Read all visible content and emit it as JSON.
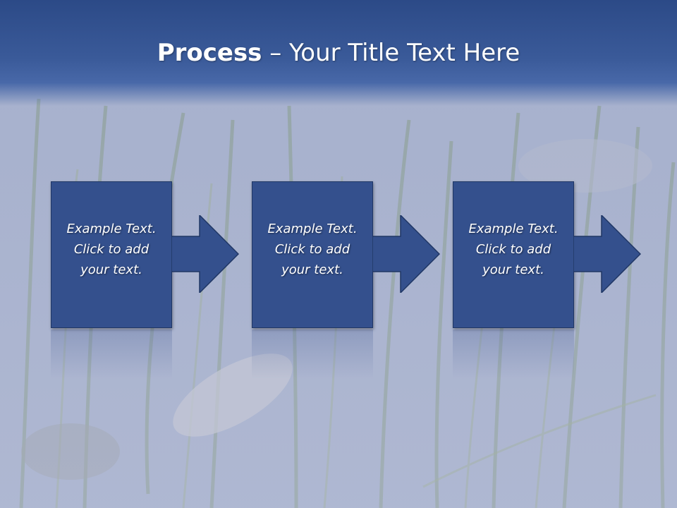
{
  "slide": {
    "title_bold": "Process",
    "title_rest": " – Your Title Text Here"
  },
  "steps": [
    {
      "line1": "Example Text.",
      "line2": "Click  to add",
      "line3": "your text."
    },
    {
      "line1": "Example Text.",
      "line2": "Click  to add",
      "line3": "your text."
    },
    {
      "line1": "Example Text.",
      "line2": "Click  to add",
      "line3": "your text."
    }
  ],
  "colors": {
    "title_bar": "#2c4a87",
    "box_fill": "#34508d",
    "box_border": "#203765",
    "arrow_fill": "#34508d",
    "text": "#ffffff"
  },
  "icons": {
    "arrow": "arrow-right-icon"
  }
}
